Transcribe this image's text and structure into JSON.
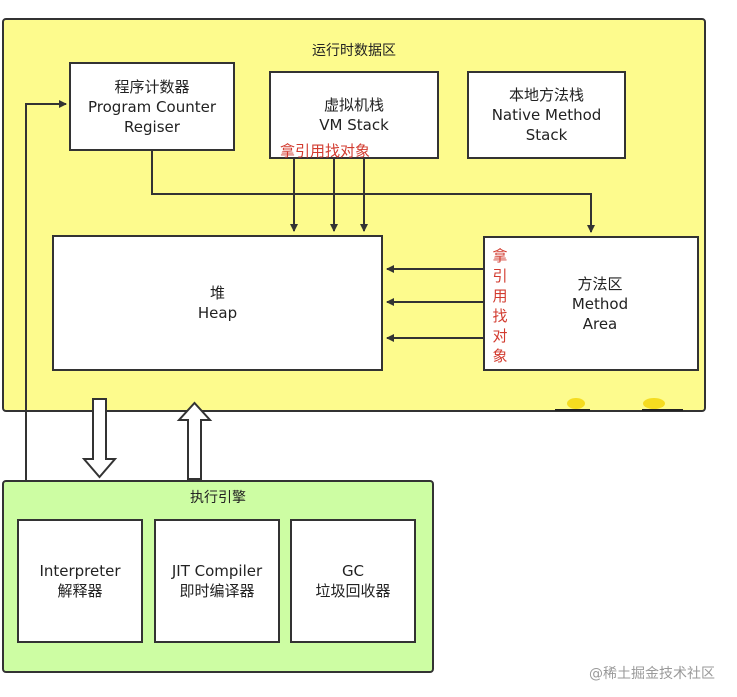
{
  "runtime_area": {
    "title": "运行时数据区",
    "pc": {
      "line1": "程序计数器",
      "line2": "Program Counter",
      "line3": "Regiser"
    },
    "vm_stack": {
      "line1": "虚拟机栈",
      "line2": "VM Stack",
      "note": "拿引用找对象"
    },
    "native_stack": {
      "line1": "本地方法栈",
      "line2": "Native Method",
      "line3": "Stack"
    },
    "heap": {
      "line1": "堆",
      "line2": "Heap"
    },
    "method_area": {
      "line1": "方法区",
      "line2": "Method",
      "line3": "Area",
      "note": [
        "拿",
        "引",
        "用",
        "找",
        "对",
        "象"
      ]
    }
  },
  "engine": {
    "title": "执行引擎",
    "interpreter": {
      "line1": "Interpreter",
      "line2": "解释器"
    },
    "jit": {
      "line1": "JIT Compiler",
      "line2": "即时编译器"
    },
    "gc": {
      "line1": "GC",
      "line2": "垃圾回收器"
    }
  },
  "watermark": "@稀土掘金技术社区",
  "colors": {
    "runtime_bg": "#fdfb8d",
    "engine_bg": "#cdfda3",
    "note_red": "#d23b2f"
  }
}
